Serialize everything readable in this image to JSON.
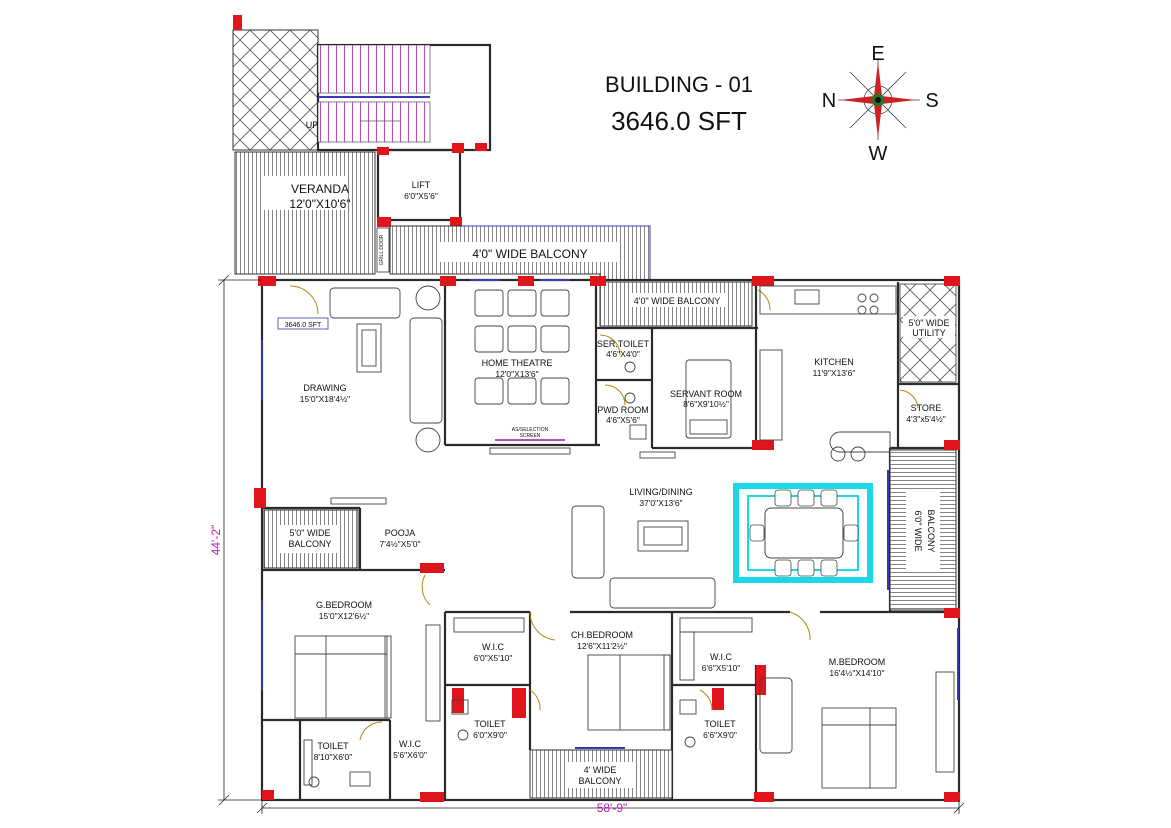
{
  "header": {
    "building": "BUILDING - 01",
    "area": "3646.0 SFT"
  },
  "compass": {
    "n": "N",
    "e": "E",
    "s": "S",
    "w": "W"
  },
  "dims": {
    "height": "44'-2\"",
    "width": "58'-9\""
  },
  "area_tag": "3646.0 SFT",
  "stair_up": "UP",
  "grill_door": "GRILL DOOR",
  "screen_note": [
    "AS/SELECTION",
    "SCREEN"
  ],
  "rooms": {
    "veranda": {
      "name": "VERANDA",
      "dim": "12'0\"X10'6\""
    },
    "lift": {
      "name": "LIFT",
      "dim": "6'0\"X5'6\""
    },
    "balcony_top": {
      "name": "4'0\" WIDE BALCONY"
    },
    "balcony_mid": {
      "name": "4'0\" WIDE BALCONY"
    },
    "drawing": {
      "name": "DRAWING",
      "dim": "15'0\"X18'4½\""
    },
    "home_theatre": {
      "name": "HOME THEATRE",
      "dim": "12'0\"X13'6\""
    },
    "ser_toilet": {
      "name": "SER.TOILET",
      "dim": "4'6\"X4'0\""
    },
    "pwd_room": {
      "name": "PWD ROOM",
      "dim": "4'6\"X5'6\""
    },
    "servant_room": {
      "name": "SERVANT ROOM",
      "dim": "8'6\"X9'10½\""
    },
    "kitchen": {
      "name": "KITCHEN",
      "dim": "11'9\"X13'6\""
    },
    "utility": {
      "line1": "5'0\" WIDE",
      "line2": "UTILITY"
    },
    "store": {
      "name": "STORE",
      "dim": "4'3\"x5'4½\""
    },
    "living": {
      "name": "LIVING/DINING",
      "dim": "37'0\"X13'6\""
    },
    "balcony_left": {
      "line1": "5'0\" WIDE",
      "line2": "BALCONY"
    },
    "pooja": {
      "name": "POOJA",
      "dim": "7'4½\"X5'0\""
    },
    "balcony_right": {
      "line1": "6'0\" WIDE",
      "line2": "BALCONY"
    },
    "g_bedroom": {
      "name": "G.BEDROOM",
      "dim": "15'0\"X12'6½\""
    },
    "wic_1": {
      "name": "W.I.C",
      "dim": "6'0\"X5'10\""
    },
    "ch_bedroom": {
      "name": "CH.BEDROOM",
      "dim": "12'6\"X11'2½\""
    },
    "wic_2": {
      "name": "W.I.C",
      "dim": "6'6\"X5'10\""
    },
    "m_bedroom": {
      "name": "M.BEDROOM",
      "dim": "16'4½\"X14'10\""
    },
    "toilet_1": {
      "name": "TOILET",
      "dim": "8'10\"X6'0\""
    },
    "wic_3": {
      "name": "W.I.C",
      "dim": "5'6\"X6'0\""
    },
    "toilet_2": {
      "name": "TOILET",
      "dim": "6'0\"X9'0\""
    },
    "balcony_bottom": {
      "line1": "4' WIDE",
      "line2": "BALCONY"
    },
    "toilet_3": {
      "name": "TOILET",
      "dim": "6'6\"X9'0\""
    }
  },
  "colors": {
    "column": "#e0141b",
    "dim_text": "#c219c2",
    "stair": "#b94dbb",
    "dining_glow": "#1ad8e8",
    "window": "#3a3ab0"
  }
}
